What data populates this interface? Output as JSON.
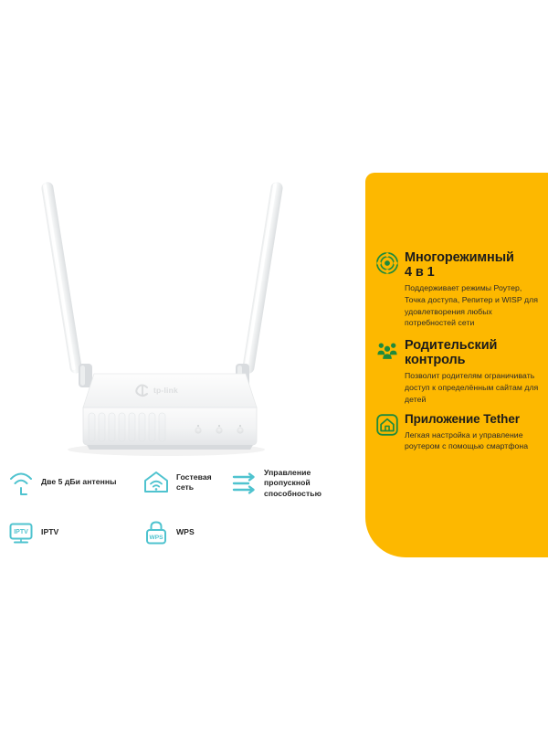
{
  "product": {
    "brand_logo": "tp-link",
    "led_count": 3,
    "antenna_count": 2
  },
  "panel": {
    "background_color": "#fdb800",
    "accent_icon_color": "#1f8a3c",
    "features": [
      {
        "icon": "multi-mode-signal-icon",
        "title": "Многорежимный 4 в 1",
        "title_line1": "Многорежимный",
        "title_line2": "4 в 1",
        "description": "Поддерживает режимы Роутер, Точка доступа, Репитер и WISP для удовлетворения любых потребностей сети"
      },
      {
        "icon": "parental-control-family-icon",
        "title": "Родительский контроль",
        "title_line1": "Родительский",
        "title_line2": "контроль",
        "description": "Позволит родителям ограничивать доступ к определённым сайтам для детей"
      },
      {
        "icon": "tether-app-house-icon",
        "title": "Приложение Tether",
        "title_line1": "Приложение Tether",
        "title_line2": "",
        "description": "Легкая настройка и управление роутером с помощью смартфона"
      }
    ]
  },
  "spec_icons": {
    "accent_color": "#4fc3cf",
    "row1": [
      {
        "icon": "wifi-antenna-icon",
        "label": "Две 5 дБи антенны"
      },
      {
        "icon": "guest-network-home-wifi-icon",
        "label": "Гостевая сеть"
      },
      {
        "icon": "bandwidth-control-arrows-icon",
        "label": "Управление пропускной способностью",
        "label_line1": "Управление пропускной",
        "label_line2": "способностью"
      }
    ],
    "row2": [
      {
        "icon": "iptv-monitor-icon",
        "label": "IPTV",
        "glyph_text": "IPTV"
      },
      {
        "icon": "wps-lock-icon",
        "label": "WPS",
        "glyph_text": "WPS"
      }
    ]
  }
}
